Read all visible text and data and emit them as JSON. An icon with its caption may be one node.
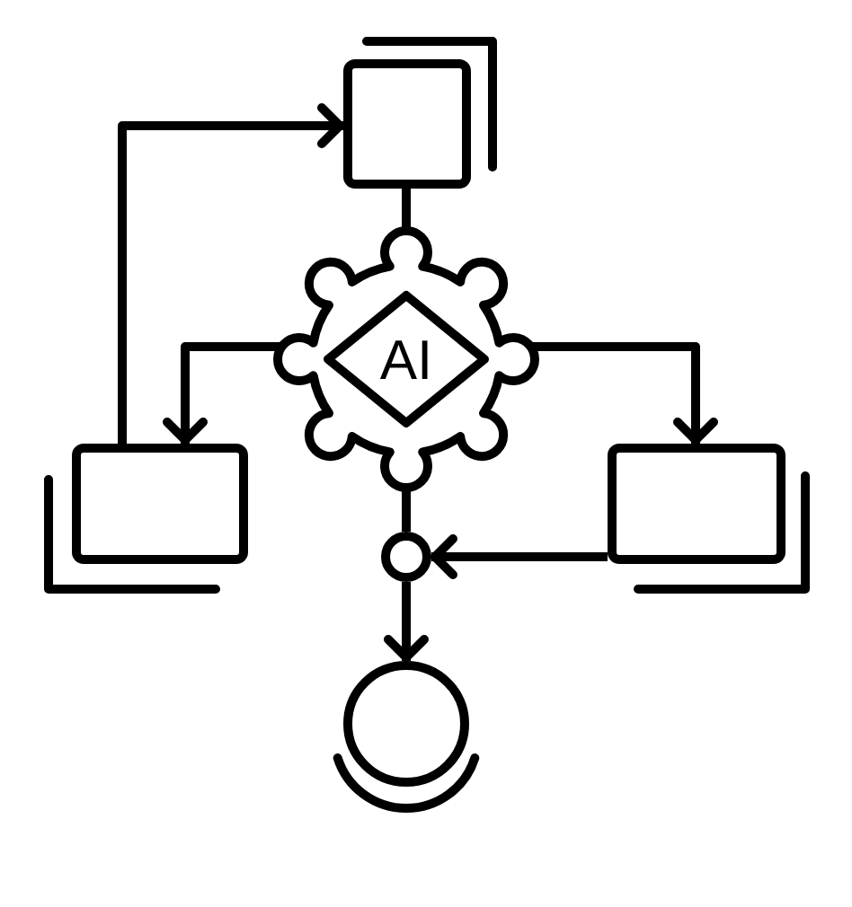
{
  "diagram": {
    "nodes": [
      {
        "text": [],
        "shape": "box"
      },
      {
        "text": [],
        "shape": "gear"
      },
      {
        "text": [
          "AI"
        ],
        "in": 1
      },
      {
        "text": [],
        "shape": "box"
      },
      {
        "text": [],
        "shape": "box"
      },
      {
        "text": [],
        "shape": "circle"
      },
      {
        "text": [],
        "shape": "circle"
      }
    ],
    "edges": [
      {
        "from": 3,
        "to": 0,
        "arrow": "to"
      },
      {
        "from": 0,
        "to": 1,
        "arrow": "none"
      },
      {
        "from": 1,
        "to": 3,
        "arrow": "to"
      },
      {
        "from": 1,
        "to": 4,
        "arrow": "to"
      },
      {
        "from": 1,
        "to": 5,
        "arrow": "none"
      },
      {
        "from": 4,
        "to": 5,
        "arrow": "to"
      },
      {
        "from": 5,
        "to": 6,
        "arrow": "to"
      }
    ]
  }
}
